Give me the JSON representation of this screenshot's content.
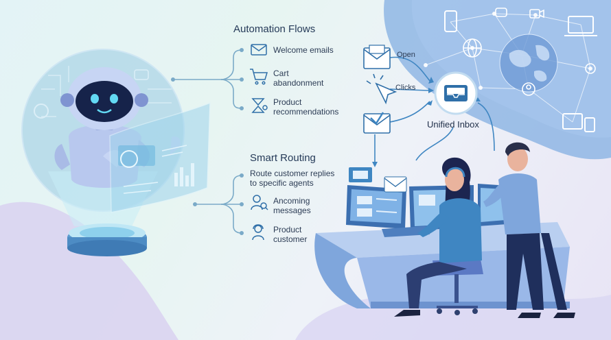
{
  "automation": {
    "title": "Automation Flows",
    "items": [
      {
        "label": "Welcome emails",
        "icon": "envelope-icon"
      },
      {
        "label": "Cart\nabandonment",
        "icon": "shopping-cart-icon"
      },
      {
        "label": "Product\nrecommendations",
        "icon": "hourglass-icon"
      }
    ]
  },
  "routing": {
    "title": "Smart Routing",
    "subtitle": "Route customer replies\nto specific agents",
    "items": [
      {
        "label": "Ancoming\nmessages",
        "icon": "user-search-icon"
      },
      {
        "label": "Product\ncustomer",
        "icon": "headset-user-icon"
      }
    ]
  },
  "inbox": {
    "open_label": "Open",
    "clicks_label": "Clicks",
    "title": "Unified Inbox"
  },
  "colors": {
    "accent": "#2f7fb8",
    "line": "#7aaac8",
    "robot_body": "#b8c8ee",
    "desk": "#8fb3e6"
  }
}
